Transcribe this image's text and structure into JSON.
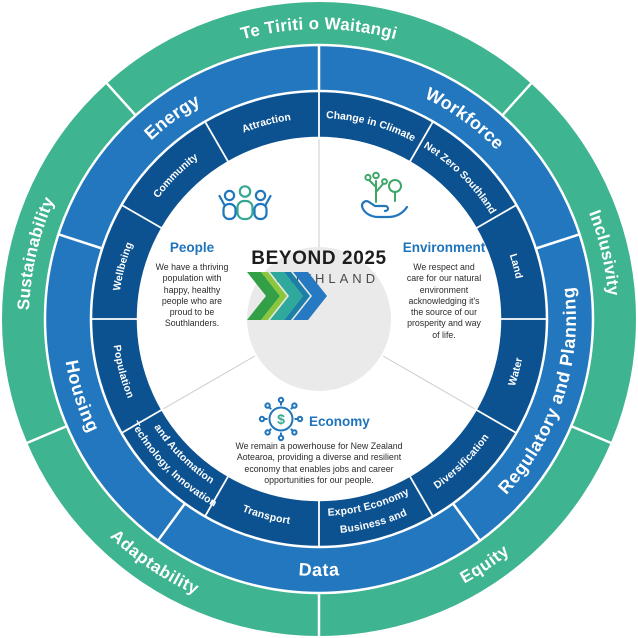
{
  "colors": {
    "outer_ring": "#3EB491",
    "middle_ring": "#2277BE",
    "inner_ring": "#0D5290",
    "center_circle": "#EAEAEA",
    "heading_blue": "#1E74BC",
    "chevron_green": "#33A048",
    "chevron_light_green": "#8CC63F",
    "chevron_teal": "#2FA99C",
    "chevron_blue": "#2779C1"
  },
  "rings": {
    "outer": {
      "segments": [
        {
          "label": "Te Tiriti o Waitangi"
        },
        {
          "label": "Inclusivity"
        },
        {
          "label": "Equity"
        },
        {
          "label": "Adaptability"
        },
        {
          "label": "Sustainability"
        }
      ]
    },
    "middle": {
      "segments": [
        {
          "label": "Workforce"
        },
        {
          "label": "Regulatory and Planning"
        },
        {
          "label": "Data"
        },
        {
          "label": "Housing"
        },
        {
          "label": "Energy"
        }
      ]
    },
    "inner": {
      "segments": [
        {
          "label": "Change in Climate"
        },
        {
          "label": "Net Zero Southland"
        },
        {
          "label": "Land"
        },
        {
          "label": "Water"
        },
        {
          "label": "Diversification"
        },
        {
          "line1": "Business and",
          "line2": "Export Economy"
        },
        {
          "label": "Transport"
        },
        {
          "line1": "Technology, Innovation",
          "line2": "and Automation"
        },
        {
          "label": "Population"
        },
        {
          "label": "Wellbeing"
        },
        {
          "label": "Community"
        },
        {
          "label": "Attraction"
        }
      ]
    }
  },
  "sectors": {
    "people": {
      "title": "People",
      "description": "We have a thriving\npopulation with\nhappy, healthy\npeople who are\nproud to be\nSouthlanders."
    },
    "environment": {
      "title": "Environment",
      "description": "We respect and\ncare for our natural\nenvironment\nacknowledging it's\nthe source of our\nprosperity and way\nof life."
    },
    "economy": {
      "title": "Economy",
      "icon_symbol": "$",
      "description": "We remain a powerhouse for New Zealand\nAotearoa, providing a diverse and resilient\neconomy that enables jobs and career\nopportunities for our people."
    }
  },
  "logo": {
    "title": "BEYOND 2025",
    "subtitle": "SOUTHLAND"
  }
}
